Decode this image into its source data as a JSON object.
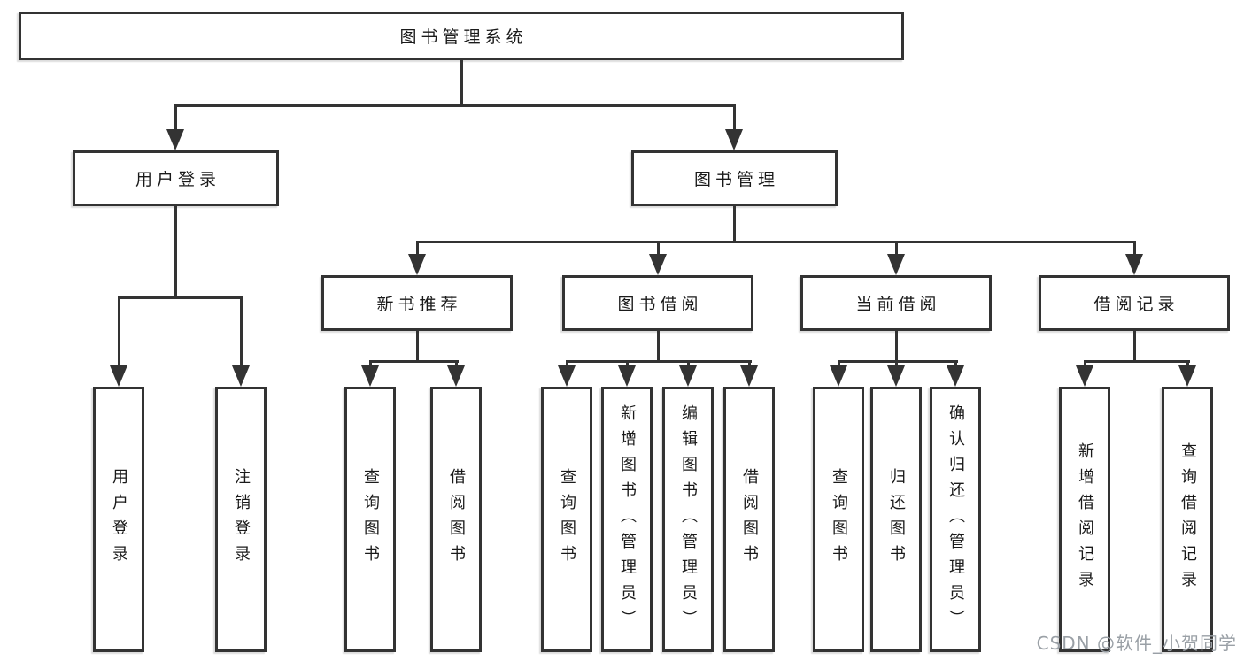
{
  "tree": {
    "root": "图书管理系统",
    "children": [
      {
        "label": "用户登录",
        "leaves": [
          "用户登录",
          "注销登录"
        ]
      },
      {
        "label": "图书管理",
        "sections": [
          {
            "label": "新书推荐",
            "leaves": [
              "查询图书",
              "借阅图书"
            ]
          },
          {
            "label": "图书借阅",
            "leaves": [
              "查询图书",
              "新增图书（管理员）",
              "编辑图书（管理员）",
              "借阅图书"
            ]
          },
          {
            "label": "当前借阅",
            "leaves": [
              "查询图书",
              "归还图书",
              "确认归还（管理员）"
            ]
          },
          {
            "label": "借阅记录",
            "leaves": [
              "新增借阅记录",
              "查询借阅记录"
            ]
          }
        ]
      }
    ]
  },
  "watermark": {
    "text": "CSDN @软件_小贺同学"
  },
  "colors": {
    "line": "#333333",
    "box_fill": "#ffffff",
    "text": "#1a1a1a",
    "watermark": "#9aa0a6",
    "background": "#ffffff"
  }
}
